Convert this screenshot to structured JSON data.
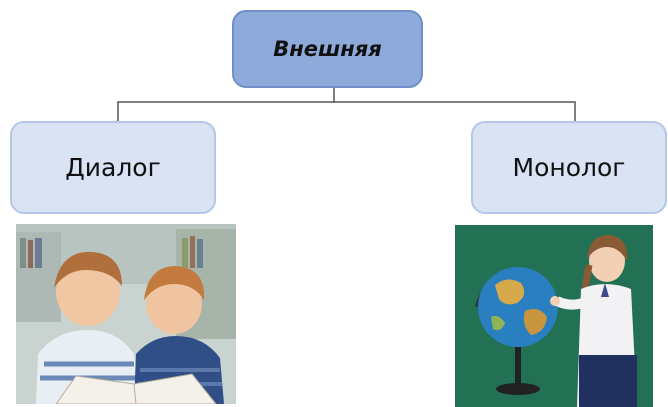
{
  "diagram": {
    "root": {
      "label": "Внешняя"
    },
    "children": [
      {
        "label": "Диалог"
      },
      {
        "label": "Монолог"
      }
    ]
  },
  "images": [
    {
      "subject": "two boys reading a book together"
    },
    {
      "subject": "girl in school uniform standing beside a globe"
    }
  ],
  "colors": {
    "root_fill": "#8eaadb",
    "child_fill": "#dae3f3",
    "connector": "#555555",
    "photo_right_bg": "#1f6b50"
  }
}
